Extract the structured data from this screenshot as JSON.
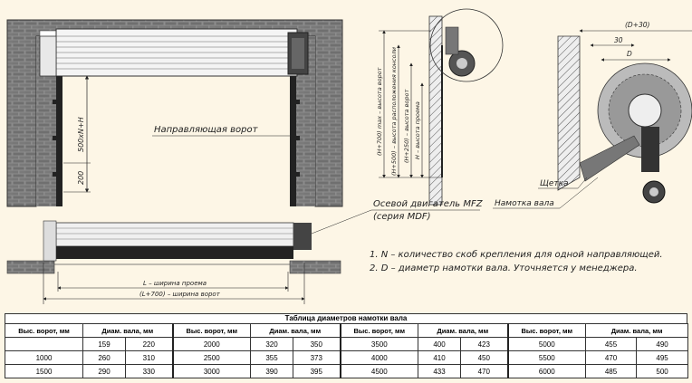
{
  "labels": {
    "guide": "Направляющая ворот",
    "motor_line1": "Осевой двигатель MFZ",
    "motor_line2": "(серия MDF)",
    "brush": "Щетка",
    "shaft_winding": "Намотка вала",
    "dim_h_guide": "500хN+H",
    "dim_200": "200",
    "dim_l_opening": "L – ширина проема",
    "dim_l_gate": "(L+700) – ширина ворот",
    "dim_h_max": "(H+700) max – высота ворот",
    "dim_h_console": "(H+500) – высота расположения консоли",
    "dim_h_250": "(H+250) – высота ворот",
    "dim_h_opening": "H – высота проема",
    "dim_d30": "(D+30)",
    "dim_30": "30",
    "dim_d": "D"
  },
  "notes": [
    "1.   N – количество скоб крепления для одной направляющей.",
    "2.   D – диаметр намотки вала. Уточняется у менеджера."
  ],
  "table": {
    "title": "Таблица диаметров намотки вала",
    "col_height": "Выс. ворот, мм",
    "col_diam": "Диам. вала, мм",
    "groups": [
      {
        "rows": [
          [
            "",
            "159",
            "220"
          ],
          [
            "1000",
            "260",
            "310"
          ],
          [
            "1500",
            "290",
            "330"
          ]
        ]
      },
      {
        "rows": [
          [
            "2000",
            "320",
            "350"
          ],
          [
            "2500",
            "355",
            "373"
          ],
          [
            "3000",
            "390",
            "395"
          ]
        ]
      },
      {
        "rows": [
          [
            "3500",
            "400",
            "423"
          ],
          [
            "4000",
            "410",
            "450"
          ],
          [
            "4500",
            "433",
            "470"
          ]
        ]
      },
      {
        "rows": [
          [
            "5000",
            "455",
            "490"
          ],
          [
            "5500",
            "470",
            "495"
          ],
          [
            "6000",
            "485",
            "500"
          ]
        ]
      }
    ]
  },
  "colors": {
    "brick": "#8a8a8a",
    "line": "#222222",
    "background": "#fdf6e6"
  }
}
